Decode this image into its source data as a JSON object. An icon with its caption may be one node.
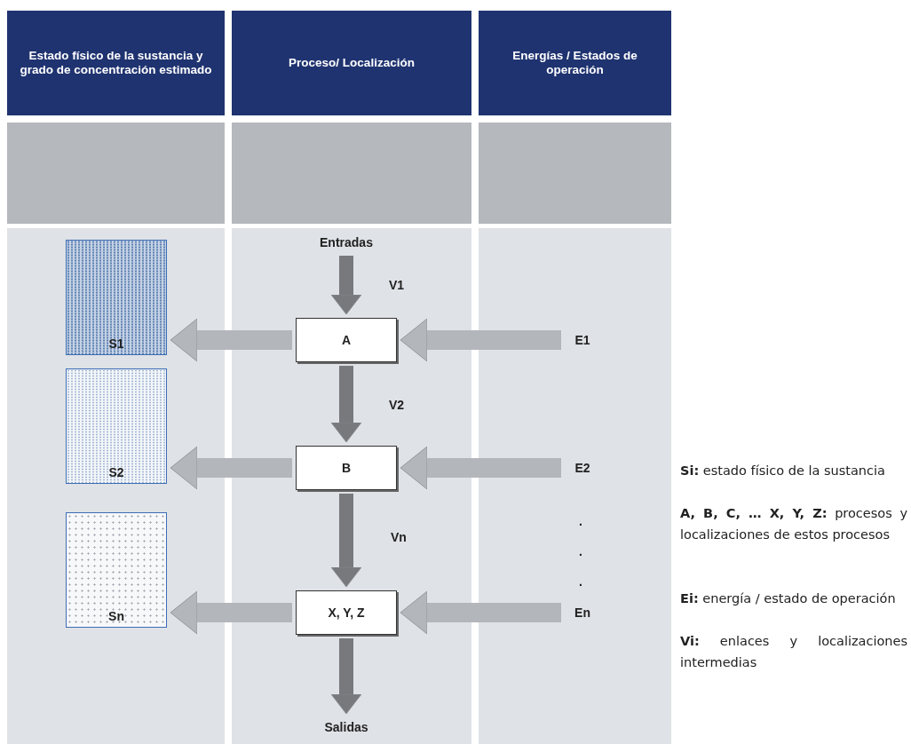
{
  "diagram": {
    "nodes": [
      {
        "text": [
          "Estado físico de la sustancia y grado de concentración estimado"
        ]
      },
      {
        "text": [
          "Proceso/ Localización"
        ]
      },
      {
        "text": [
          "Energías / Estados de operación"
        ]
      },
      {
        "text": [
          "Entradas"
        ]
      },
      {
        "text": [
          "A"
        ]
      },
      {
        "text": [
          "B"
        ]
      },
      {
        "text": [
          "X, Y, Z"
        ]
      },
      {
        "text": [
          "Salidas"
        ]
      },
      {
        "text": [
          "S1"
        ]
      },
      {
        "text": [
          "S2"
        ]
      },
      {
        "text": [
          "Sn"
        ]
      },
      {
        "text": [
          "E1"
        ]
      },
      {
        "text": [
          "E2"
        ]
      },
      {
        "text": [
          "En"
        ]
      }
    ],
    "edges": [
      {
        "from": 3,
        "to": 4,
        "arrow": "to",
        "label": "V1",
        "color": "#77797c"
      },
      {
        "from": 4,
        "to": 5,
        "arrow": "to",
        "label": "V2",
        "color": "#77797c"
      },
      {
        "from": 5,
        "to": 6,
        "arrow": "to",
        "label": "Vn",
        "color": "#77797c"
      },
      {
        "from": 6,
        "to": 7,
        "arrow": "to",
        "color": "#77797c"
      },
      {
        "from": 4,
        "to": 8,
        "arrow": "to"
      },
      {
        "from": 5,
        "to": 9,
        "arrow": "to"
      },
      {
        "from": 6,
        "to": 10,
        "arrow": "to"
      },
      {
        "from": 11,
        "to": 4,
        "arrow": "to"
      },
      {
        "from": 12,
        "to": 5,
        "arrow": "to"
      },
      {
        "from": 13,
        "to": 6,
        "arrow": "to"
      }
    ],
    "labels": [
      ".",
      ".",
      ".",
      "**Si:** estado físico de la sustancia",
      "**A, B, C, … X, Y, Z:** procesos y localizaciones de estos procesos",
      "**Ei:** energía / estado de operación",
      "**Vi:** enlaces y localizaciones intermedias"
    ]
  }
}
